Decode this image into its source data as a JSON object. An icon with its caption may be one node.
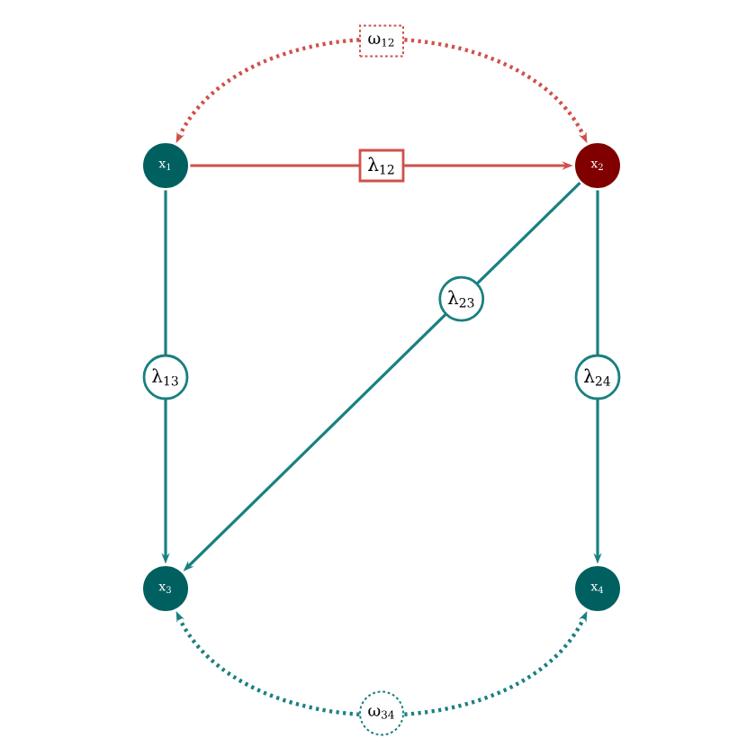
{
  "diagram": {
    "nodes": [
      {
        "text": [
          "x$_{1}$"
        ]
      },
      {
        "text": [
          "x$_{2}$"
        ]
      },
      {
        "text": [
          "x$_{3}$"
        ]
      },
      {
        "text": [
          "x$_{4}$"
        ]
      }
    ],
    "edges": [
      {
        "from": 0,
        "to": 1,
        "arrow": "to",
        "label": "λ$_{12}$",
        "color": "#d0504c"
      },
      {
        "from": 0,
        "to": 2,
        "arrow": "to",
        "label": "λ$_{13}$"
      },
      {
        "from": 1,
        "to": 2,
        "arrow": "to",
        "label": "λ$_{23}$"
      },
      {
        "from": 1,
        "to": 3,
        "arrow": "to",
        "label": "λ$_{24}$"
      },
      {
        "from": 0,
        "to": 1,
        "arrow": "both",
        "label": "ω$_{12}$",
        "style": "dashed",
        "color": "#d0504c"
      },
      {
        "from": 2,
        "to": 3,
        "arrow": "both",
        "label": "ω$_{34}$",
        "style": "dashed"
      }
    ]
  }
}
